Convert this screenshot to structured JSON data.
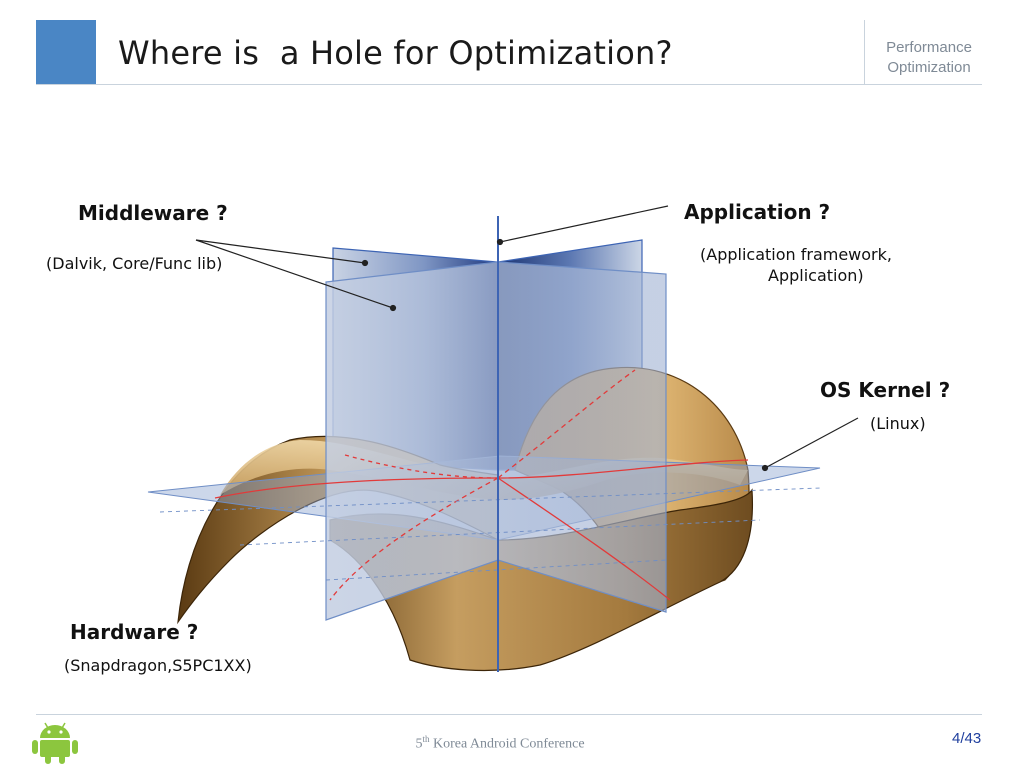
{
  "slide": {
    "title": "Where is  a Hole for Optimization?",
    "section_tag_line1": "Performance",
    "section_tag_line2": "Optimization"
  },
  "labels": {
    "middleware": {
      "title": "Middleware ?",
      "sub": "(Dalvik, Core/Func lib)"
    },
    "application": {
      "title": "Application ?",
      "sub_line1": "(Application framework,",
      "sub_line2": "Application)"
    },
    "os_kernel": {
      "title": "OS Kernel ?",
      "sub": "(Linux)"
    },
    "hardware": {
      "title": "Hardware ?",
      "sub": "(Snapdragon,S5PC1XX)"
    }
  },
  "footer": {
    "ordinal": "5",
    "ordinal_suffix": "th",
    "conference": " Korea Android Conference",
    "page_current": "4",
    "page_separator": "/",
    "page_total": "43"
  },
  "icons": {
    "logo": "android-logo-icon"
  },
  "colors": {
    "accent": "#4a86c5",
    "plane_blue": "#2a4f9a",
    "surface_brown": "#b88a4a",
    "curve_red": "#e23a3a",
    "page_number": "#1f3f9e"
  }
}
